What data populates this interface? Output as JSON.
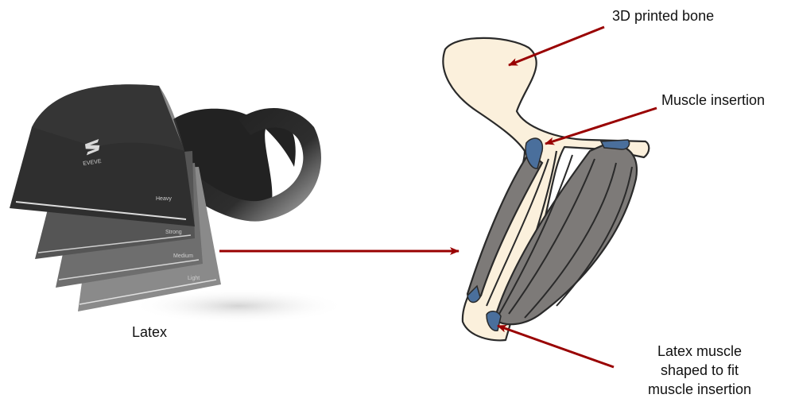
{
  "labels": {
    "bone": "3D printed bone",
    "insertion": "Muscle insertion",
    "latex": "Latex",
    "shaped_line1": "Latex muscle",
    "shaped_line2": "shaped to fit",
    "shaped_line3": "muscle insertion"
  },
  "sheet_text": {
    "brand": "EVEVE",
    "grades": [
      "Heavy",
      "Strong",
      "Medium",
      "Light"
    ]
  },
  "colors": {
    "arrow": "#990000",
    "bone_fill": "#fbf0dc",
    "muscle_fill": "#7d7a78",
    "insertion_fill": "#4a6f9c",
    "outline": "#2a2a2a"
  }
}
